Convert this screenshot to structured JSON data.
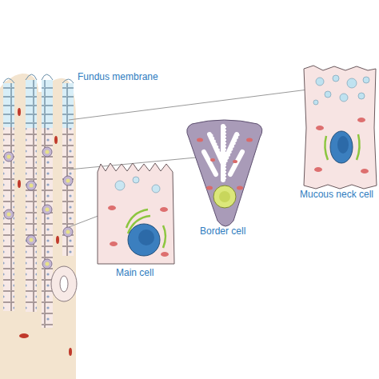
{
  "diagram": {
    "labels": [
      "Fundus membrane",
      "Mucous neck cell",
      "Border cell",
      "Main cell"
    ]
  }
}
